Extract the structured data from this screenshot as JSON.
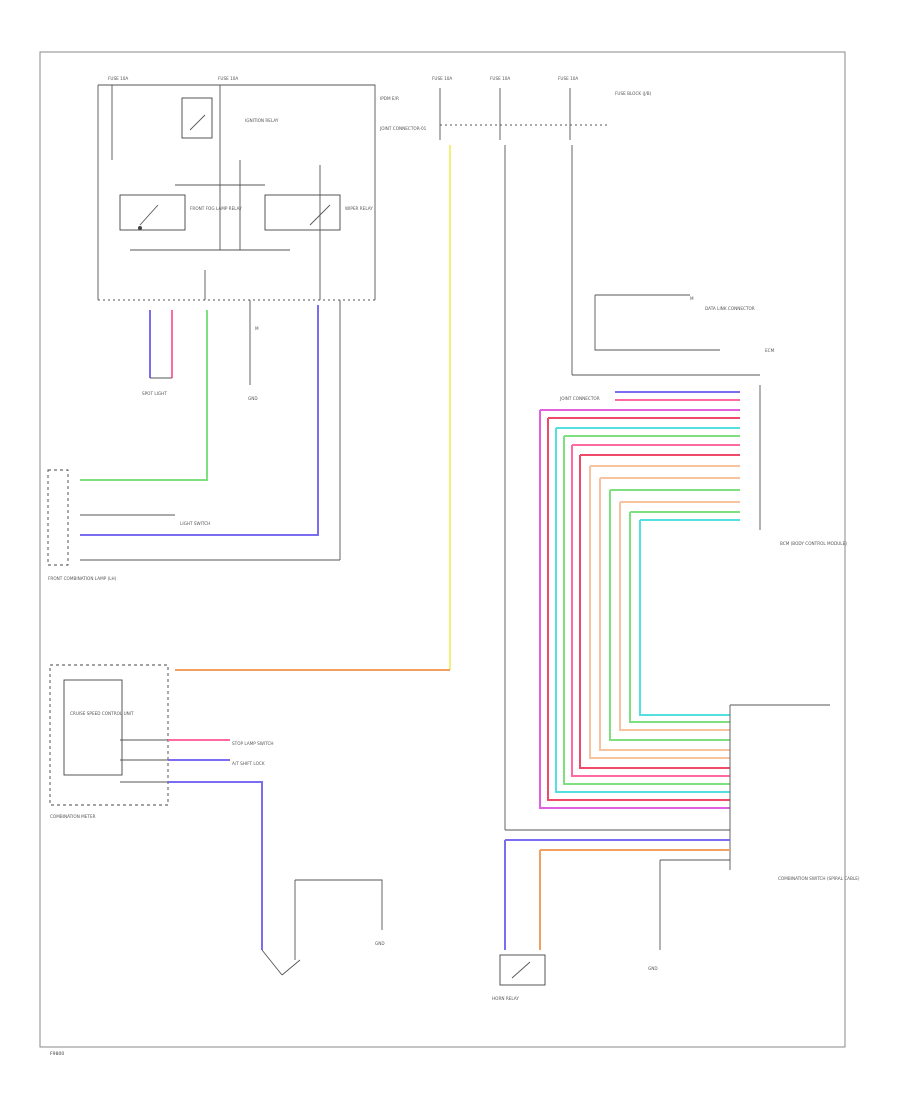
{
  "diagram": {
    "footer_code": "F9800",
    "components": {
      "fuse_top_left": "FUSE 10A",
      "fuse_top_mid": "FUSE 10A",
      "relay_main": "IGNITION RELAY",
      "ipdm": "IPDM E/R",
      "relay_a": "FRONT FOG LAMP RELAY",
      "relay_b": "WIPER RELAY",
      "fuse_right_1": "FUSE 10A",
      "fuse_right_2": "FUSE 10A",
      "fuse_right_3": "FUSE 10A",
      "fuse_block_right": "FUSE BLOCK (J/B)",
      "connector_mid": "JOINT CONNECTOR",
      "combination_switch": "FRONT COMBINATION LAMP (LH)",
      "combination_switch_sub": "SPOT LIGHT",
      "combination_meter": "COMBINATION METER",
      "meter_inner": "CRUISE SPEED CONTROL UNIT",
      "bcm_top": "BCM (BODY CONTROL MODULE)",
      "bcm_bottom": "COMBINATION SWITCH (SPIRAL CABLE)",
      "stop_lamp": "STOP LAMP SWITCH",
      "light_switch": "LIGHT SWITCH",
      "horn": "HORN RELAY",
      "ground_1": "GND",
      "ground_2": "GND",
      "ground_3": "GND",
      "joint_top": "JOINT CONNECTOR-01",
      "data_link": "DATA LINK CONNECTOR",
      "ecm_left": "ECM",
      "ecm_right": "A/T SHIFT LOCK"
    },
    "wire_colors": {
      "blue": "#7b6df0",
      "pink": "#ff6aa0",
      "red": "#f04a6a",
      "green": "#7fe07f",
      "yellow": "#f2f07a",
      "orange": "#f0a060",
      "cyan": "#55e0e0",
      "peach": "#f7c2a0",
      "magenta": "#e060e0",
      "gray": "#555555"
    }
  }
}
